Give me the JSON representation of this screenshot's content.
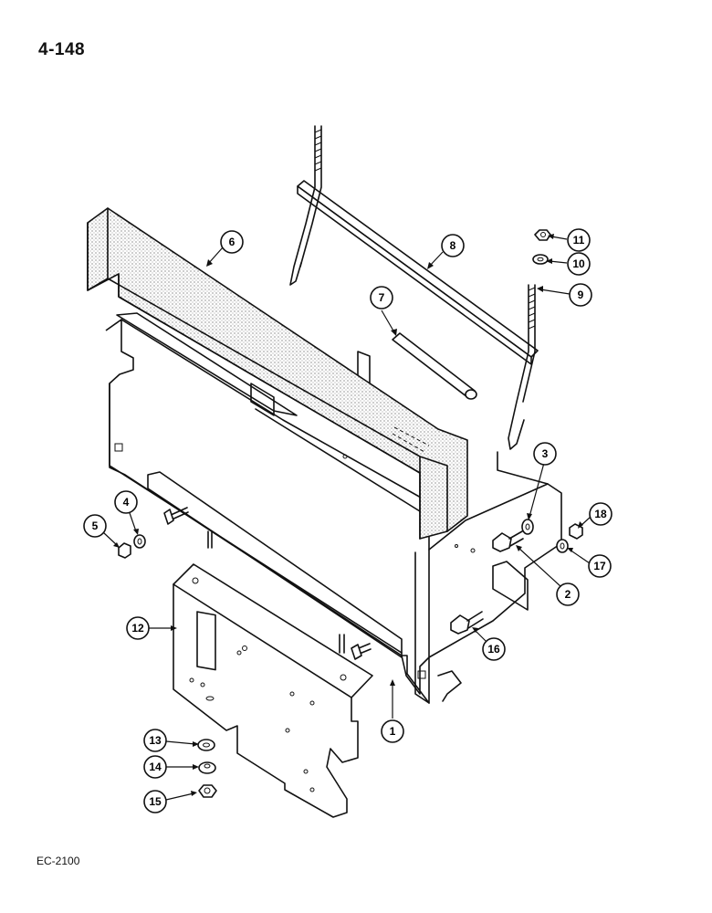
{
  "page": {
    "number": "4-148",
    "figure_code": "EC-2100"
  },
  "callouts": [
    {
      "id": "c1",
      "label": "1"
    },
    {
      "id": "c2",
      "label": "2"
    },
    {
      "id": "c3",
      "label": "3"
    },
    {
      "id": "c4",
      "label": "4"
    },
    {
      "id": "c5",
      "label": "5"
    },
    {
      "id": "c6",
      "label": "6"
    },
    {
      "id": "c7",
      "label": "7"
    },
    {
      "id": "c8",
      "label": "8"
    },
    {
      "id": "c9",
      "label": "9"
    },
    {
      "id": "c10",
      "label": "10"
    },
    {
      "id": "c11",
      "label": "11"
    },
    {
      "id": "c12",
      "label": "12"
    },
    {
      "id": "c13",
      "label": "13"
    },
    {
      "id": "c14",
      "label": "14"
    },
    {
      "id": "c15",
      "label": "15"
    },
    {
      "id": "c16",
      "label": "16"
    },
    {
      "id": "c17",
      "label": "17"
    },
    {
      "id": "c18",
      "label": "18"
    }
  ]
}
